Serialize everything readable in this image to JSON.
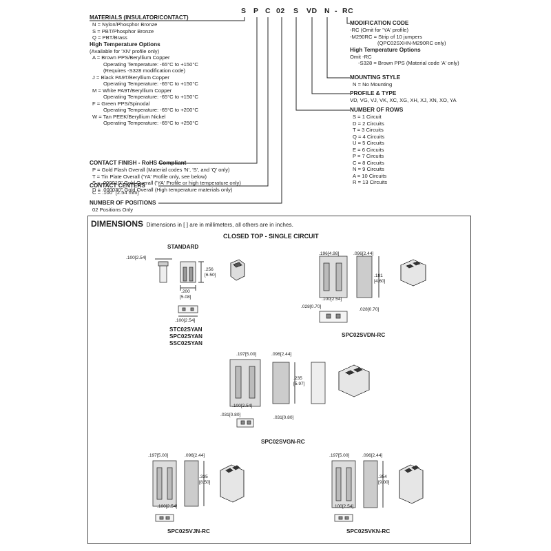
{
  "part_number": {
    "chars": [
      "S",
      "P",
      "C",
      "02",
      "S",
      "VD",
      "N",
      "-",
      "RC"
    ]
  },
  "left": {
    "materials": {
      "title": "MATERIALS (INSULATOR/CONTACT)",
      "lines": [
        "N = Nylon/Phosphor Bronze",
        "S = PBT/Phosphor Bronze",
        "Q = PBT/Brass"
      ],
      "ht_title": "High Temperature Options",
      "ht_note": "(Available for 'XN' profile only)",
      "ht_lines": [
        "A = Brown PPS/Beryllium Copper",
        "Operating Temperature: -65°C to +150°C",
        "(Requires -S328 modification code)",
        "J = Black PA9T/Beryllium Copper",
        "Operating Temperature: -65°C to +150°C",
        "M = White PA9T/Beryllium Copper",
        "Operating Temperature: -65°C to +150°C",
        "F = Green PPS/Spinodal",
        "Operating Temperature: -65°C to +200°C",
        "W = Tan PEEK/Beryllium Nickel",
        "Operating Temperature: -65°C to +250°C"
      ]
    },
    "finish": {
      "title": "CONTACT FINISH - RoHS Compliant",
      "lines": [
        "P = Gold Flash Overall (Material codes 'N', 'S', and 'Q' only)",
        "T = Tin Plate Overall ('YA' Profile only, see below)",
        "S = .000010\" Gold Overall ('YA' Profile or high temperature only)",
        "D = .000030\" Gold Overall (High temperature materials only)"
      ]
    },
    "centers": {
      "title": "CONTACT CENTERS",
      "lines": [
        "C = .100\" [2.54 mm]"
      ]
    },
    "positions": {
      "title": "NUMBER OF POSITIONS",
      "lines": [
        "02 Positions Only"
      ]
    }
  },
  "right": {
    "modification": {
      "title": "MODIFICATION CODE",
      "lines": [
        "-RC (Omit for 'YA' profile)",
        "-M290RC = Strip of 10 jumpers",
        "(QPC02SXHN-M290RC only)"
      ],
      "ht_title": "High Temperature Options",
      "ht_lines": [
        "Omit -RC",
        "-S328 = Brown PPS (Material code 'A' only)"
      ]
    },
    "mounting": {
      "title": "MOUNTING STYLE",
      "lines": [
        "N = No Mounting"
      ]
    },
    "profile": {
      "title": "PROFILE & TYPE",
      "lines": [
        "VD, VG, VJ, VK, XC, XG, XH, XJ, XN, XO, YA"
      ]
    },
    "rows": {
      "title": "NUMBER OF ROWS",
      "lines": [
        "S = 1 Circuit",
        "D = 2 Circuits",
        "T = 3 Circuits",
        "Q = 4 Circuits",
        "U = 5 Circuits",
        "E = 6 Circuits",
        "P = 7 Circuits",
        "C = 8 Circuits",
        "N = 9 Circuits",
        "A = 10 Circuits",
        "R = 13 Circuits"
      ]
    }
  },
  "dimensions": {
    "title": "DIMENSIONS",
    "subtitle": "Dimensions in [ ] are in millimeters, all others are in inches.",
    "section_title": "CLOSED TOP - SINGLE CIRCUIT",
    "standard": {
      "label": "STANDARD",
      "d_width": ".100[2.54]",
      "d_height_in": ".256",
      "d_height_mm": "[6.50]",
      "d_pitch_in": ".200",
      "d_pitch_mm": "[5.08]",
      "d_bottom": ".100[2.54]",
      "parts": [
        "STC02SYAN",
        "SPC02SYAN",
        "SSC02SYAN"
      ]
    },
    "vd": {
      "d_w1": ".196[4.98]",
      "d_w2": ".096[2.44]",
      "d_h_in": ".181",
      "d_h_mm": "[4.60]",
      "d_pitch": ".100[2.54]",
      "d_side1": ".028[0.70]",
      "d_side2": ".028[0.70]",
      "part": "SPC02SVDN-RC"
    },
    "vg": {
      "d_w1": ".197[5.00]",
      "d_w2": ".096[2.44]",
      "d_h_in": ".235",
      "d_h_mm": "[5.97]",
      "d_pitch": ".100[2.54]",
      "d_side1": ".031[0.80]",
      "d_side2": ".031[0.80]",
      "part": "SPC02SVGN-RC"
    },
    "vj": {
      "d_w1": ".197[5.00]",
      "d_w2": ".096[2.44]",
      "d_h_in": ".335",
      "d_h_mm": "[8.50]",
      "d_pitch": ".100[2.54]",
      "part": "SPC02SVJN-RC"
    },
    "vk": {
      "d_w1": ".197[5.00]",
      "d_w2": ".096[2.44]",
      "d_h_in": ".354",
      "d_h_mm": "[9.00]",
      "d_pitch": ".100[2.54]",
      "part": "SPC02SVKN-RC"
    }
  }
}
